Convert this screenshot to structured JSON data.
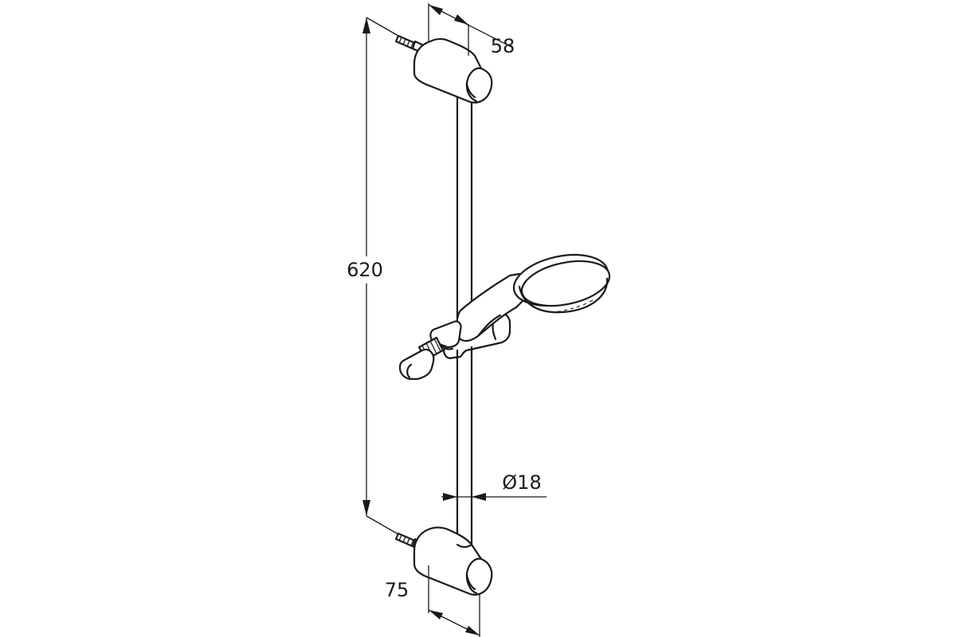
{
  "dimensions": {
    "height_label": "620",
    "top_depth_label": "58",
    "bottom_depth_label": "75",
    "diameter_label": "Ø18"
  }
}
